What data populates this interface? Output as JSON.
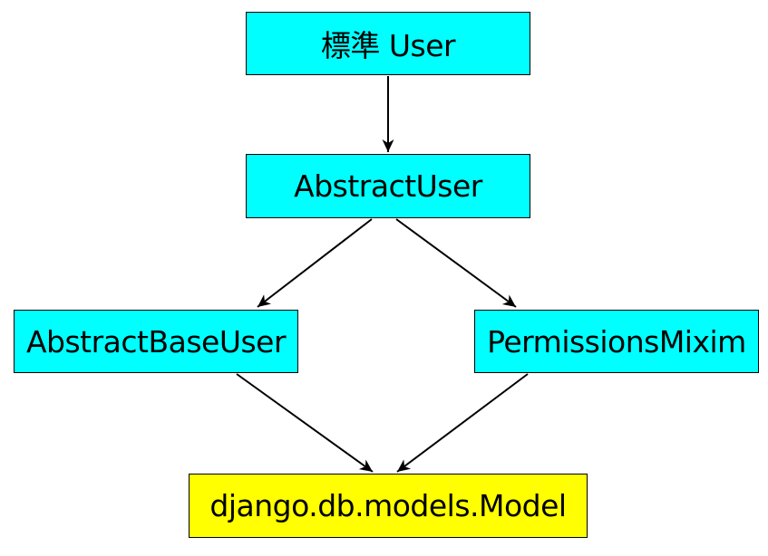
{
  "colors": {
    "class_fill": "#00FFFF",
    "base_fill": "#FFFF00",
    "border": "#000000",
    "edge": "#000000",
    "text": "#000000"
  },
  "nodes": [
    {
      "id": "user",
      "label": "標準 User",
      "fill": "#00FFFF"
    },
    {
      "id": "abstract-user",
      "label": "AbstractUser",
      "fill": "#00FFFF"
    },
    {
      "id": "abstract-base-user",
      "label": "AbstractBaseUser",
      "fill": "#00FFFF"
    },
    {
      "id": "permissions-mixim",
      "label": "PermissionsMixim",
      "fill": "#00FFFF"
    },
    {
      "id": "model",
      "label": "django.db.models.Model",
      "fill": "#FFFF00"
    }
  ],
  "edges": [
    {
      "from": "user",
      "to": "abstract-user"
    },
    {
      "from": "abstract-user",
      "to": "abstract-base-user"
    },
    {
      "from": "abstract-user",
      "to": "permissions-mixim"
    },
    {
      "from": "abstract-base-user",
      "to": "model"
    },
    {
      "from": "permissions-mixim",
      "to": "model"
    }
  ]
}
